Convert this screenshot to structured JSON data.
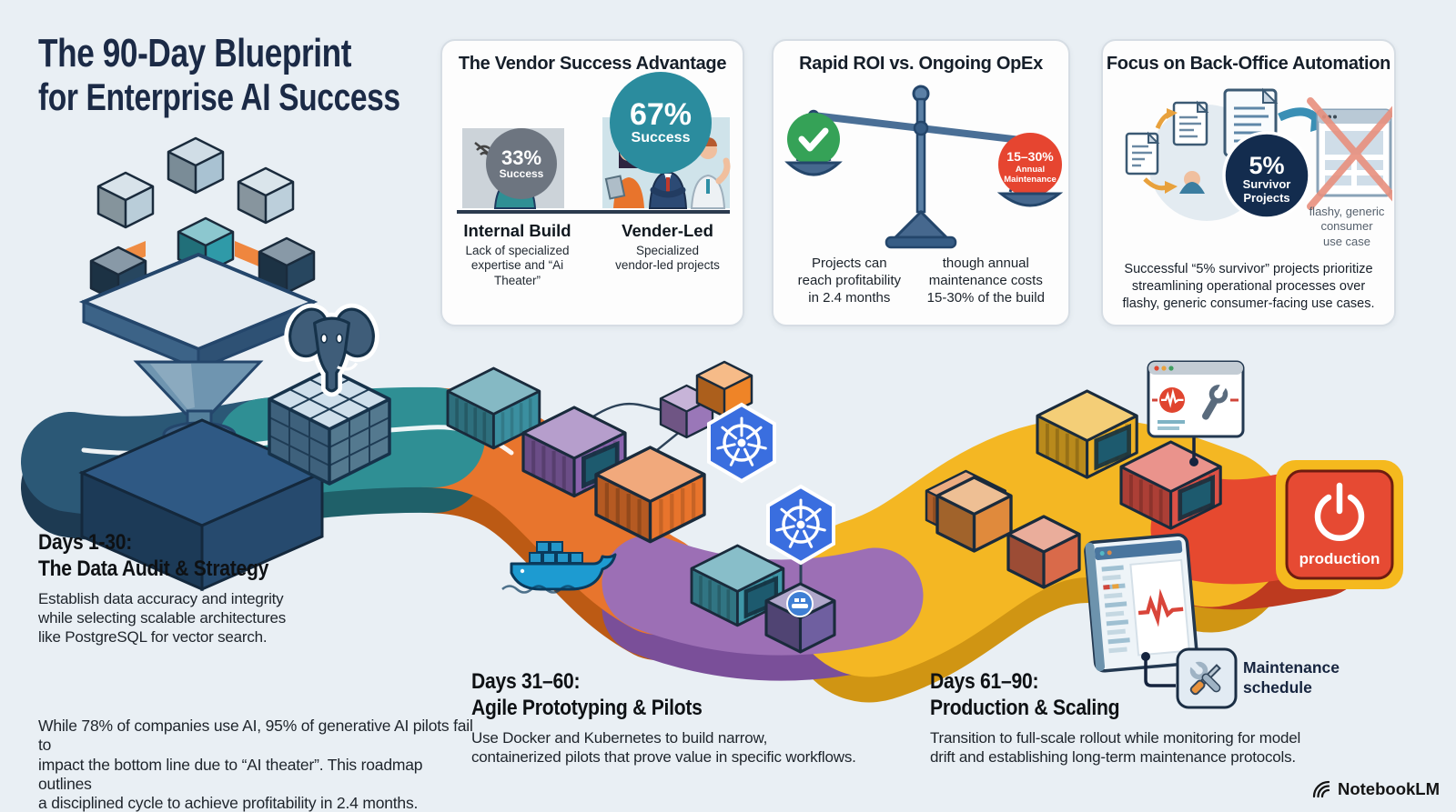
{
  "title": {
    "line1": "The 90-Day Blueprint",
    "line2": "for Enterprise AI Success"
  },
  "intro": "While 78% of companies use AI, 95% of generative AI pilots fail to\nimpact the bottom line due to “AI theater”. This roadmap outlines\na disciplined cycle to achieve profitability in 2.4 months.",
  "cards": {
    "vendor": {
      "title": "The Vendor Success Advantage",
      "internal": {
        "stat": "33%",
        "stat_label": "Success",
        "label": "Internal Build",
        "desc": "Lack of specialized\nexpertise and “Ai Theater”"
      },
      "vendor_led": {
        "stat": "67%",
        "stat_label": "Success",
        "label": "Vender-Led",
        "desc": "Specialized\nvendor-led projects"
      }
    },
    "roi": {
      "title": "Rapid ROI vs. Ongoing OpEx",
      "left_note": "Projects can\nreach profitability\nin 2.4 months",
      "badge_stat": "15–30%",
      "badge_line1": "Annual",
      "badge_line2": "Maintenance",
      "right_note": "though annual\nmaintenance costs\n15-30% of the build"
    },
    "backoffice": {
      "title": "Focus on Back-Office Automation",
      "stat": "5%",
      "stat_line1": "Survivor",
      "stat_line2": "Projects",
      "crossed_note": "flashy, generic\nconsumer\nuse case",
      "caption": "Successful “5% survivor” projects prioritize\nstreamlining operational processes over\nflashy, generic consumer-facing use cases."
    }
  },
  "phases": [
    {
      "heading1": "Days 1-30:",
      "heading2": "The Data Audit & Strategy",
      "desc": "Establish data accuracy and integrity\nwhile selecting scalable architectures\nlike PostgreSQL for vector search."
    },
    {
      "heading1": "Days 31–60:",
      "heading2": "Agile Prototyping & Pilots",
      "desc": "Use Docker and Kubernetes to build narrow,\ncontainerized pilots that prove value in specific workflows."
    },
    {
      "heading1": "Days 61–90:",
      "heading2": "Production & Scaling",
      "desc": "Transition to full-scale rollout while monitoring for model\ndrift and establishing long-term maintenance protocols."
    }
  ],
  "road": {
    "production_label": "production",
    "maintenance_line1": "Maintenance",
    "maintenance_line2": "schedule"
  },
  "watermark": {
    "label": "NotebookLM"
  },
  "colors": {
    "background": "#e9eff4",
    "title": "#1b2a46",
    "road_navy": "#2b5876",
    "road_teal": "#2f8f94",
    "road_orange": "#e8752d",
    "road_purple": "#9c6fb5",
    "road_yellow": "#f4b723",
    "road_red": "#e6492f",
    "kubernetes_blue": "#3a6edf",
    "docker_blue": "#1d9bd1",
    "postgres_slate": "#3f5d79",
    "success_teal": "#2b8c9e",
    "fail_gray": "#6d7580",
    "check_green": "#35a257",
    "alert_red": "#e64530",
    "navy_badge": "#132c4e",
    "production_red": "#e64a33"
  }
}
